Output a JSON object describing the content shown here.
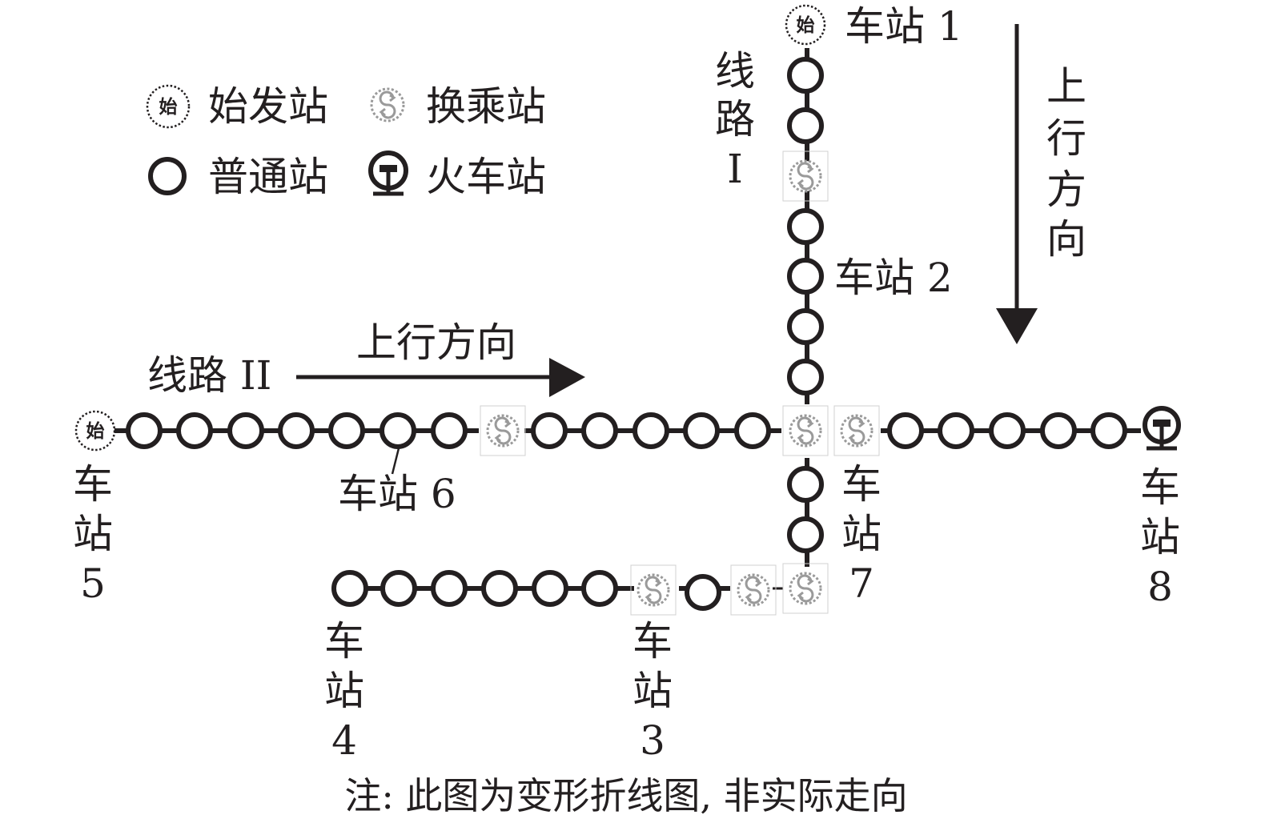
{
  "legend": {
    "start": "始发站",
    "transfer": "换乘站",
    "normal": "普通站",
    "train": "火车站",
    "start_glyph": "始"
  },
  "line1": {
    "name_chars": [
      "线",
      "路",
      "I"
    ]
  },
  "line2": {
    "name": "线路 II"
  },
  "direction": {
    "horizontal": "上行方向",
    "vertical_chars": [
      "上",
      "行",
      "方",
      "向"
    ]
  },
  "stations": {
    "s1": "车站 1",
    "s2": "车站 2",
    "s6": "车站 6",
    "s3_chars": [
      "车",
      "站",
      "3"
    ],
    "s4_chars": [
      "车",
      "站",
      "4"
    ],
    "s5_chars": [
      "车",
      "站",
      "5"
    ],
    "s7_chars": [
      "车",
      "站",
      "7"
    ],
    "s8_chars": [
      "车",
      "站",
      "8"
    ]
  },
  "note": "注: 此图为变形折线图, 非实际走向",
  "colors": {
    "ink": "#231f20",
    "transfer_gray": "#9a9a9a"
  }
}
